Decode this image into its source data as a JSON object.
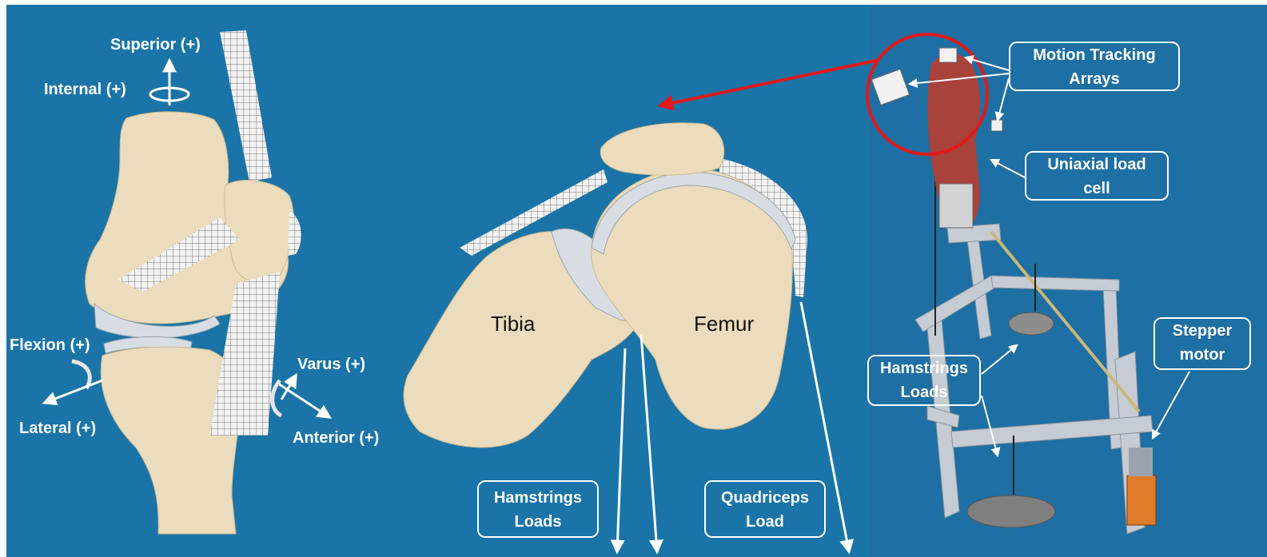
{
  "colors": {
    "background": "#1a74a8",
    "right_panel": "#1e6fa3",
    "bone": "#eadcbc",
    "bone_shade": "#d6c29c",
    "cartilage": "#d8dde3",
    "arrow_white": "#ffffff",
    "highlight_red": "#e01b1b",
    "specimen": "#a8423a"
  },
  "left_panel": {
    "axes": {
      "superior": "Superior (+)",
      "internal": "Internal (+)",
      "flexion": "Flexion (+)",
      "lateral": "Lateral (+)",
      "varus": "Varus (+)",
      "anterior": "Anterior (+)"
    }
  },
  "middle_panel": {
    "tibia": "Tibia",
    "femur": "Femur",
    "hamstrings_box": [
      "Hamstrings",
      "Loads"
    ],
    "quadriceps_box": [
      "Quadriceps",
      "Load"
    ]
  },
  "right_panel": {
    "motion_tracking_box": [
      "Motion Tracking",
      "Arrays"
    ],
    "load_cell_box": [
      "Uniaxial load",
      "cell"
    ],
    "hamstrings_box": [
      "Hamstrings",
      "Loads"
    ],
    "stepper_box": [
      "Stepper",
      "motor"
    ]
  }
}
